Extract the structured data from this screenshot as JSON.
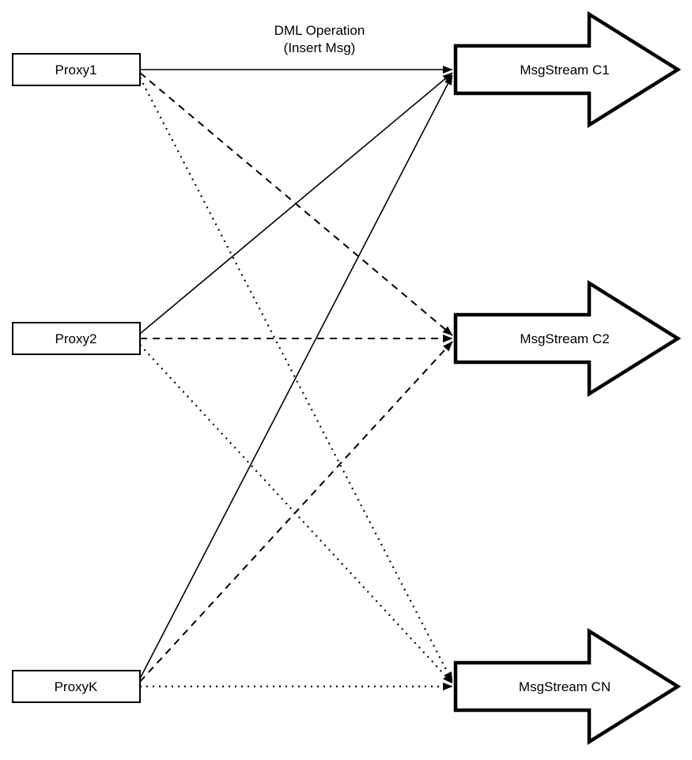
{
  "diagram": {
    "annotation": {
      "line1": "DML Operation",
      "line2": "(Insert Msg)"
    },
    "proxies": [
      {
        "id": "proxy1",
        "label": "Proxy1"
      },
      {
        "id": "proxy2",
        "label": "Proxy2"
      },
      {
        "id": "proxyk",
        "label": "ProxyK"
      }
    ],
    "streams": [
      {
        "id": "msgstream-c1",
        "label": "MsgStream C1"
      },
      {
        "id": "msgstream-c2",
        "label": "MsgStream C2"
      },
      {
        "id": "msgstream-cn",
        "label": "MsgStream CN"
      }
    ],
    "edges": [
      {
        "from": "Proxy1",
        "to": "MsgStream C1",
        "style": "solid"
      },
      {
        "from": "Proxy1",
        "to": "MsgStream C2",
        "style": "dashed"
      },
      {
        "from": "Proxy1",
        "to": "MsgStream CN",
        "style": "dotted"
      },
      {
        "from": "Proxy2",
        "to": "MsgStream C1",
        "style": "solid"
      },
      {
        "from": "Proxy2",
        "to": "MsgStream C2",
        "style": "dashed"
      },
      {
        "from": "Proxy2",
        "to": "MsgStream CN",
        "style": "dotted"
      },
      {
        "from": "ProxyK",
        "to": "MsgStream C1",
        "style": "solid"
      },
      {
        "from": "ProxyK",
        "to": "MsgStream C2",
        "style": "dashed"
      },
      {
        "from": "ProxyK",
        "to": "MsgStream CN",
        "style": "dotted"
      }
    ],
    "colors": {
      "stroke": "#000000",
      "fill": "#ffffff",
      "background": "#ffffff"
    }
  }
}
